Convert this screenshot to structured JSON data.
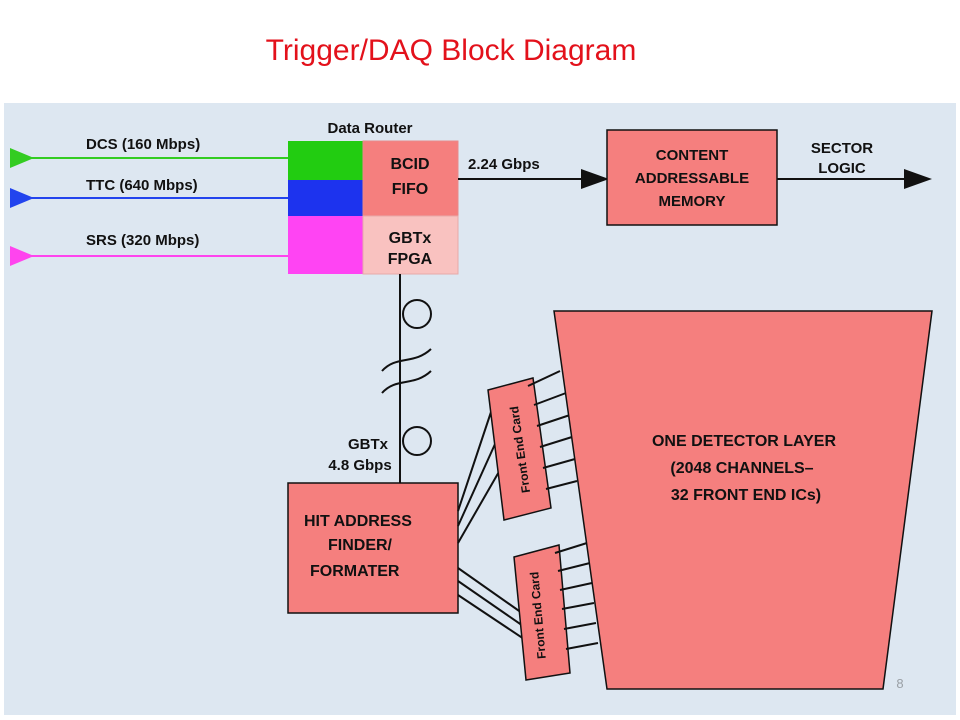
{
  "slide": {
    "title": "Trigger/DAQ Block Diagram",
    "page_number": "8"
  },
  "colors": {
    "title": "#e3111b",
    "panel_background": "#dde7f1",
    "block_fill": "#f57f7e",
    "gbtx_fill": "#f9c2c0",
    "dcs": "#33cc22",
    "ttc": "#2244ee",
    "srs": "#ff44ee",
    "line": "#111111"
  },
  "diagram": {
    "links": {
      "dcs": "DCS (160 Mbps)",
      "ttc": "TTC (640 Mbps)",
      "srs": "SRS (320 Mbps)"
    },
    "data_router": {
      "title": "Data Router",
      "bcid": "BCID",
      "fifo": "FIFO",
      "gbtx": "GBTx",
      "fpga": "FPGA"
    },
    "link_speed": "2.24 Gbps",
    "cam": {
      "line1": "CONTENT",
      "line2": "ADDRESSABLE",
      "line3": "MEMORY"
    },
    "sector_logic": {
      "line1": "SECTOR",
      "line2": "LOGIC"
    },
    "gbtx_link": {
      "line1": "GBTx",
      "line2": "4.8 Gbps"
    },
    "haf": {
      "line1": "HIT ADDRESS",
      "line2": "FINDER/",
      "line3": "FORMATER"
    },
    "front_end_card_top": "Front End Card",
    "front_end_card_bottom": "Front End Card",
    "detector": {
      "line1": "ONE DETECTOR LAYER",
      "line2": "(2048 CHANNELS–",
      "line3": "32 FRONT END ICs)"
    }
  }
}
